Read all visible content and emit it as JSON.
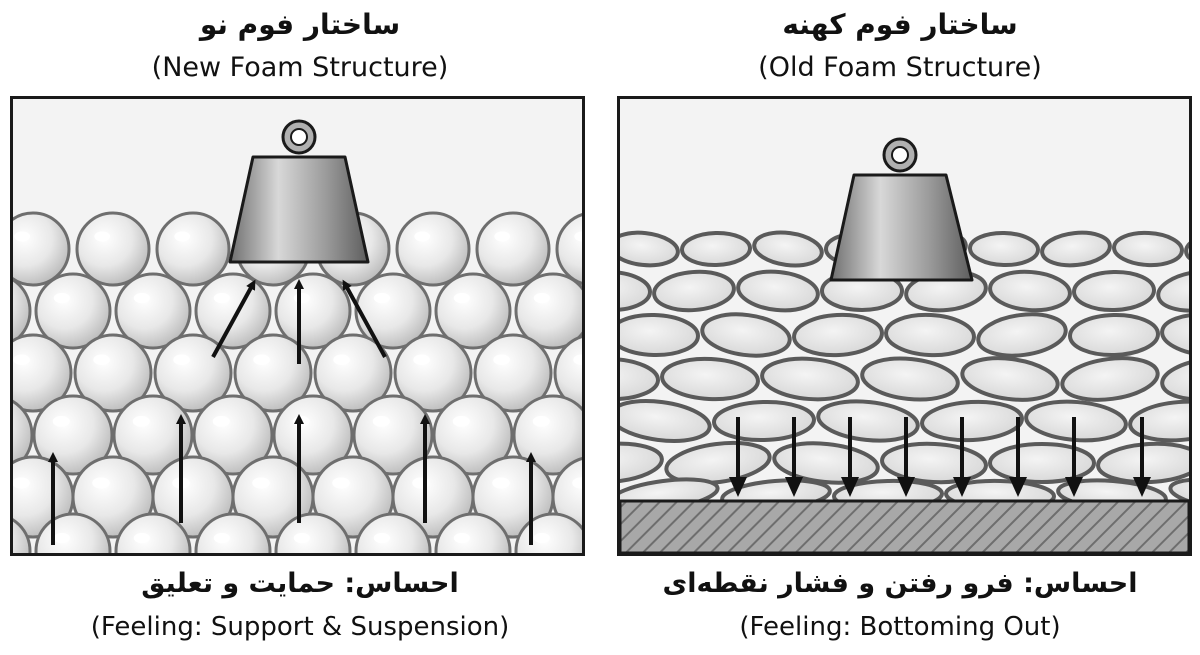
{
  "panels": {
    "new": {
      "title_fa": "ساختار فوم نو",
      "title_en": "(New Foam Structure)",
      "caption_fa": "احساس: حمایت و تعلیق",
      "caption_en": "(Feeling: Support & Suspension)",
      "arrow_direction": "up"
    },
    "old": {
      "title_fa": "ساختار فوم کهنه",
      "title_en": "(Old Foam Structure)",
      "caption_fa": "احساس: فرو رفتن و فشار نقطه‌ای",
      "caption_en": "(Feeling: Bottoming Out)",
      "arrow_direction": "down"
    }
  },
  "colors": {
    "outline": "#1a1a1a",
    "bubble_fill": "#e6e6e6",
    "bubble_stroke": "#7a7a7a",
    "weight_fill": "#9a9a9a",
    "base_hatch": "#8a8a8a"
  }
}
